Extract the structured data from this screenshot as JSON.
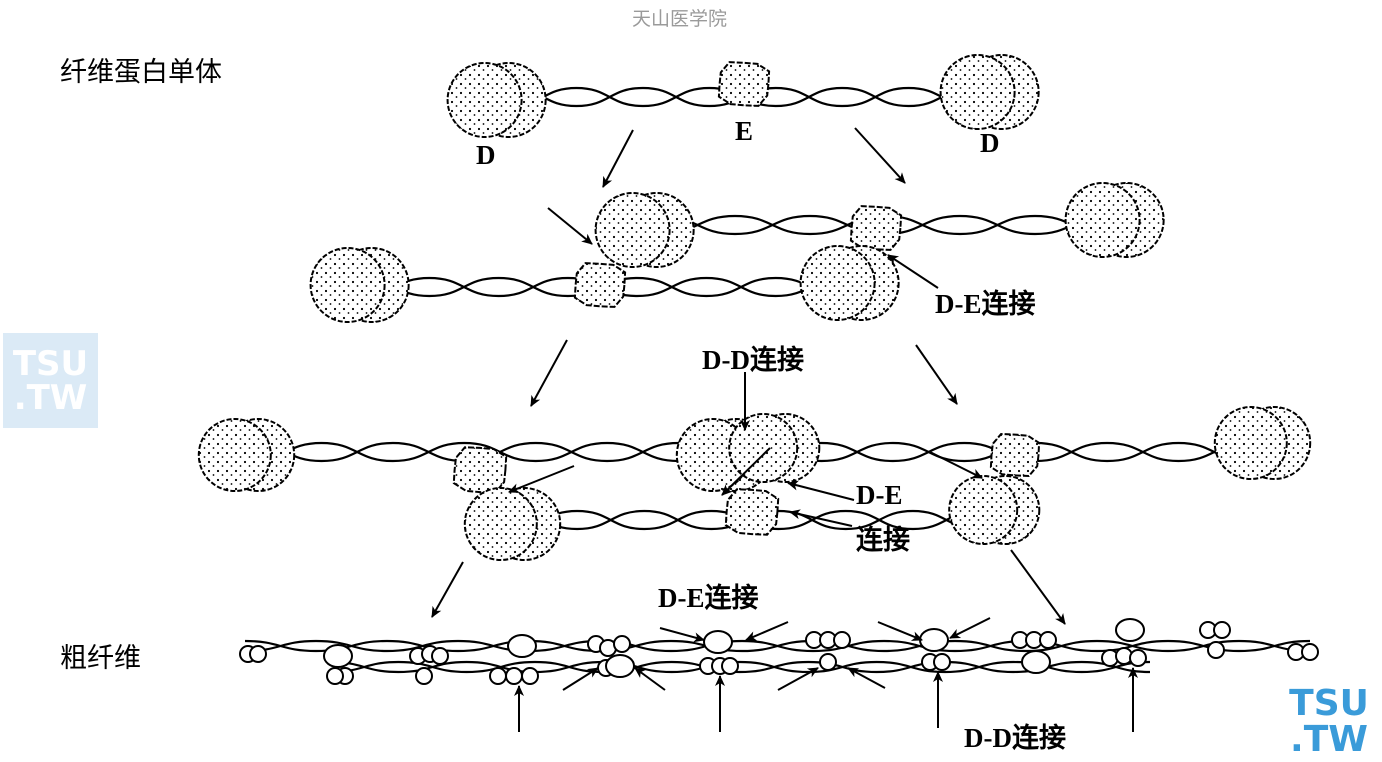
{
  "watermark": "天山医学院",
  "logo": {
    "line1": "TSU",
    "line2": ".TW"
  },
  "labels": {
    "monomer": "纤维蛋白单体",
    "d_left": "D",
    "e_mid": "E",
    "d_right": "D",
    "de_join_1": "D-E连接",
    "dd_join_1": "D-D连接",
    "de_join_2_a": "D-E",
    "de_join_2_b": "连接",
    "de_join_3": "D-E连接",
    "coarse": "粗纤维",
    "dd_join_2": "D-D连接"
  },
  "colors": {
    "ink": "#000000",
    "logo_blue": "#3a9bd9",
    "logo_bg": "#dbeaf6",
    "watermark": "#9a9a9a"
  }
}
